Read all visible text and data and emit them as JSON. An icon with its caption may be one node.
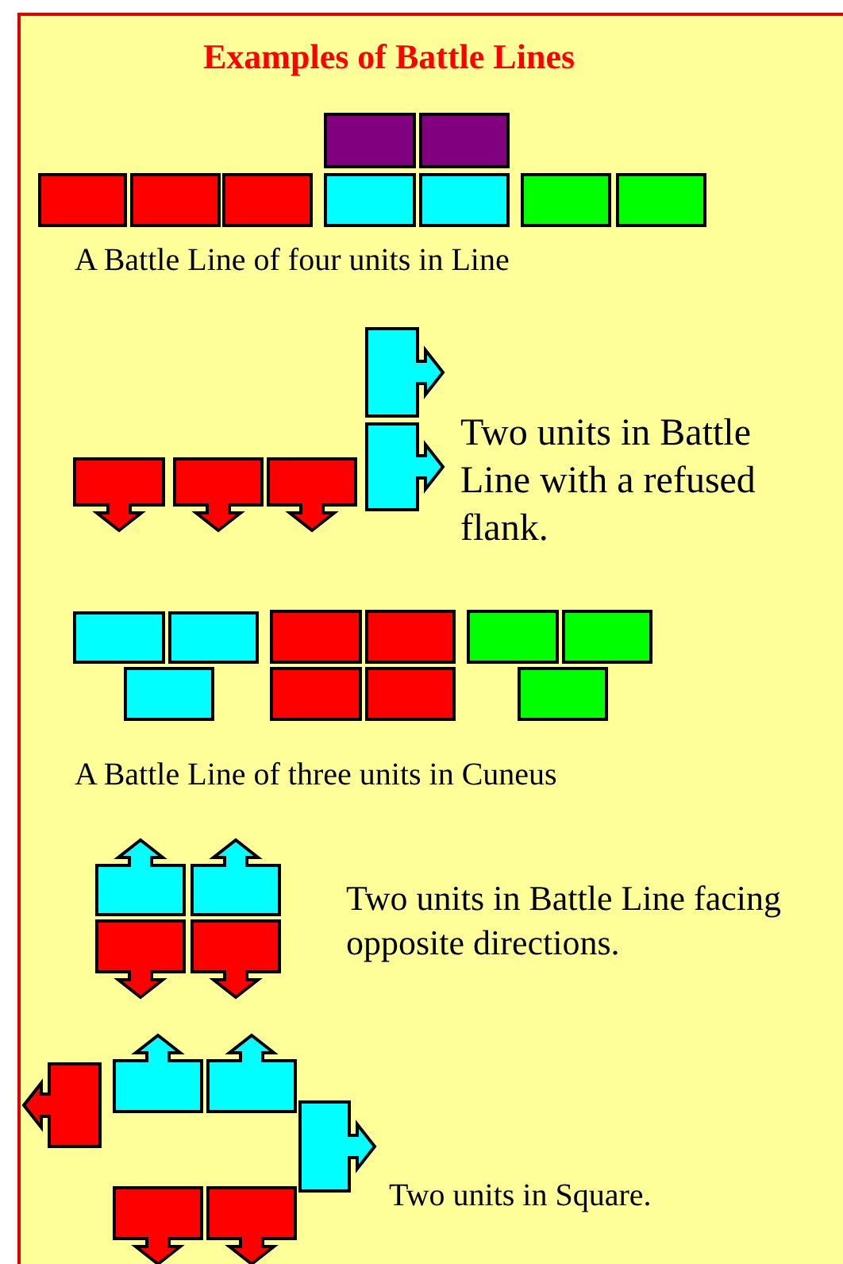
{
  "diagram": {
    "title": "Examples of Battle Lines",
    "labels": [
      "A Battle Line of four units in Line",
      "Two units in Battle Line with a refused flank.",
      "A Battle Line of three units in Cuneus",
      "Two units in Battle Line facing opposite directions.",
      "Two units in Square."
    ]
  }
}
